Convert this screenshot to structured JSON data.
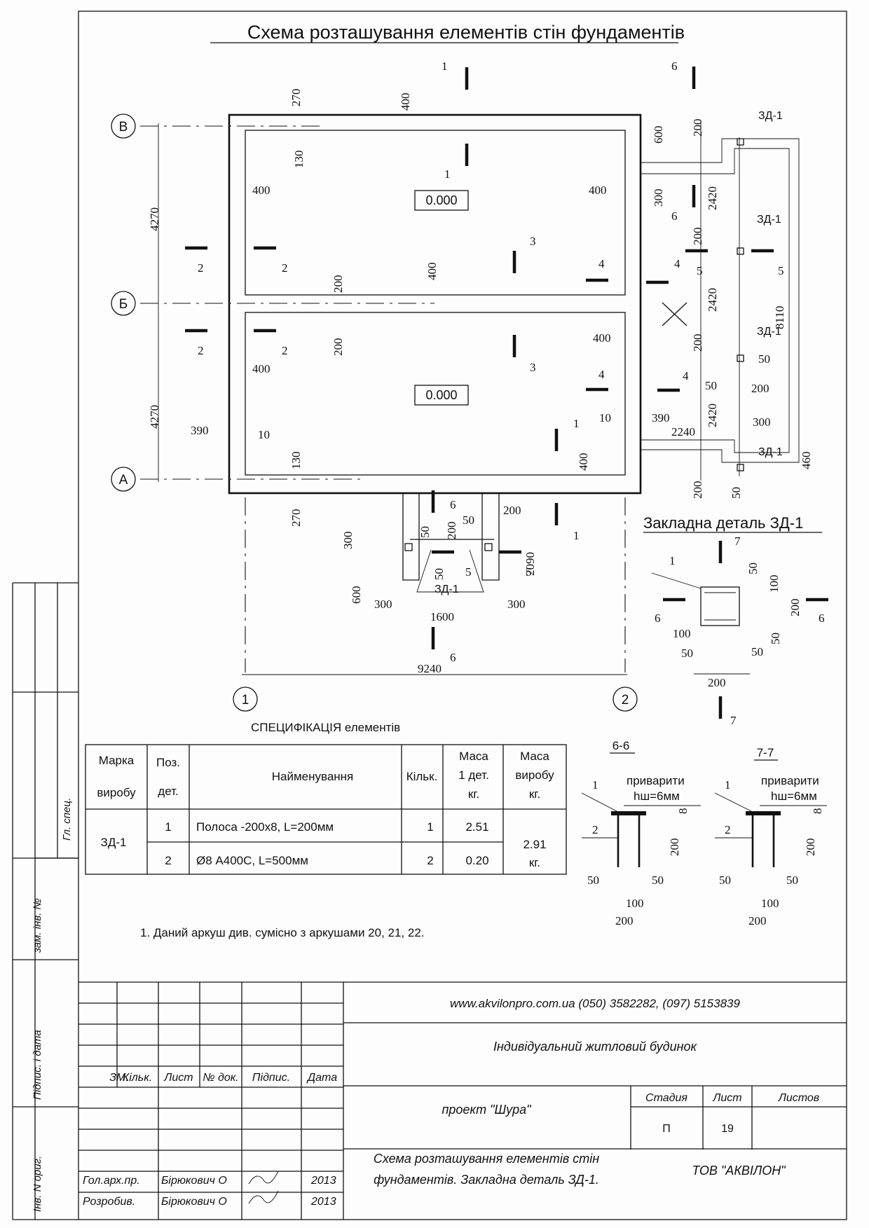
{
  "title": "Схема розташування елементів стін фундаментів",
  "axes": {
    "v": "В",
    "b": "Б",
    "a": "А",
    "one": "1",
    "two": "2"
  },
  "room_levels": [
    "0.000",
    "0.000"
  ],
  "dims": {
    "d270": "270",
    "d130": "130",
    "d400": "400",
    "d200": "200",
    "d390": "390",
    "d10": "10",
    "d4270": "4270",
    "d9240": "9240",
    "d600": "600",
    "d300": "300",
    "d2420": "2420",
    "d8110": "8110",
    "d2240": "2240",
    "d460": "460",
    "d50": "50",
    "d1600": "1600",
    "d2090": "2090",
    "d100": "100",
    "d8": "8"
  },
  "section_marks": [
    "1",
    "2",
    "3",
    "4",
    "5",
    "6",
    "7"
  ],
  "embed_label": "ЗД-1",
  "detail_title": "Закладна деталь ЗД-1",
  "spec": {
    "title": "СПЕЦИФІКАЦІЯ елементів",
    "headers": {
      "mark_1": "Марка",
      "mark_2": "виробу",
      "pos_1": "Поз.",
      "pos_2": "дет.",
      "name": "Найменування",
      "qty": "Кільк.",
      "mass1_1": "Маса",
      "mass1_2": "1 дет.",
      "mass1_3": "кг.",
      "mass2_1": "Маса",
      "mass2_2": "виробу",
      "mass2_3": "кг."
    },
    "mark": "ЗД-1",
    "rows": [
      {
        "pos": "1",
        "name": "Полоса -200х8, L=200мм",
        "qty": "1",
        "mass": "2.51"
      },
      {
        "pos": "2",
        "name": "Ø8 А400С, L=500мм",
        "qty": "2",
        "mass": "0.20"
      }
    ],
    "total_1": "2.91",
    "total_2": "кг."
  },
  "sections": {
    "s66": "6-6",
    "s77": "7-7",
    "weld": "приварити",
    "weld_h": "hш=6мм",
    "p1": "1",
    "p2": "2"
  },
  "note": "1. Даний аркуш див. сумісно з аркушами 20, 21, 22.",
  "side_stamp": [
    "Гл. спец.",
    "зам. інв. №",
    "Підпис. і дата",
    "Інв. N ориг."
  ],
  "title_block": {
    "contact": "www.akvilonpro.com.ua (050) 3582282, (097) 5153839",
    "object": "Індивідуальний житловий будинок",
    "project": "проект \"Шура\"",
    "sheet_title_1": "Схема розташування елементів стін",
    "sheet_title_2": "фундаментів. Закладна деталь ЗД-1.",
    "company": "ТОВ \"АКВІЛОН\"",
    "col_heads": [
      "ЗМ.",
      "Кільк.",
      "Лист",
      "№ док.",
      "Підпис.",
      "Дата"
    ],
    "stage_h": "Стадия",
    "sheet_h": "Лист",
    "sheets_h": "Листов",
    "stage": "П",
    "sheet": "19",
    "roles": [
      {
        "role": "Гол.арх.пр.",
        "name": "Бірюкович О",
        "year": "2013"
      },
      {
        "role": "Розробив.",
        "name": "Бірюкович О",
        "year": "2013"
      }
    ]
  }
}
